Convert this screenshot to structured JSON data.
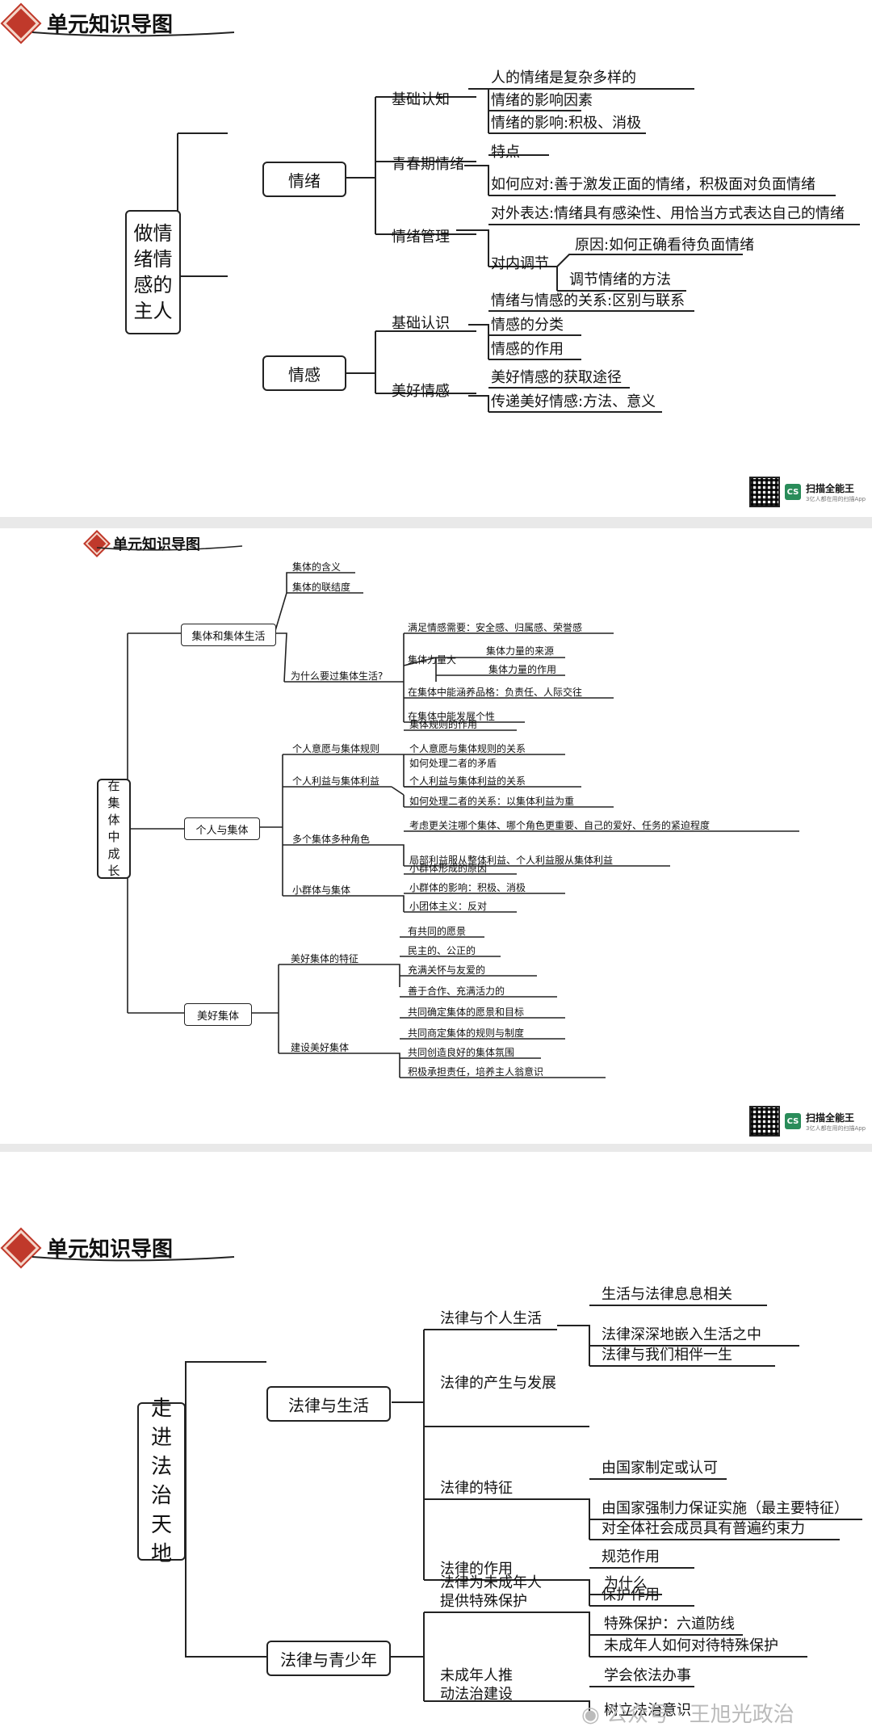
{
  "header_title": "单元知识导图",
  "scanner": {
    "brand": "扫描全能王",
    "slogan": "3亿人都在用的扫描App",
    "logo": "CS"
  },
  "map1": {
    "root": "做情绪情感的主人",
    "b1": "情绪",
    "b1_s1": "基础认知",
    "b1_s1_i1": "人的情绪是复杂多样的",
    "b1_s1_i2": "情绪的影响因素",
    "b1_s1_i3": "情绪的影响:积极、消极",
    "b1_s2": "青春期情绪",
    "b1_s2_i1": "特点",
    "b1_s2_i2": "如何应对:善于激发正面的情绪，积极面对负面情绪",
    "b1_s3": "情绪管理",
    "b1_s3_i1": "对外表达:情绪具有感染性、用恰当方式表达自己的情绪",
    "b1_s3_i2": "对内调节",
    "b1_s3_i2_a": "原因:如何正确看待负面情绪",
    "b1_s3_i2_b": "调节情绪的方法",
    "b2": "情感",
    "b2_s1": "基础认识",
    "b2_s1_i1": "情绪与情感的关系:区别与联系",
    "b2_s1_i2": "情感的分类",
    "b2_s1_i3": "情感的作用",
    "b2_s2": "美好情感",
    "b2_s2_i1": "美好情感的获取途径",
    "b2_s2_i2": "传递美好情感:方法、意义"
  },
  "map2": {
    "root": "在集体中成长",
    "b1": "集体和集体生活",
    "b1_i1": "集体的含义",
    "b1_i2": "集体的联结度",
    "b1_s1": "为什么要过集体生活?",
    "b1_s1_i1": "满足情感需要：安全感、归属感、荣誉感",
    "b1_s1_i2": "集体力量大",
    "b1_s1_i2_a": "集体力量的来源",
    "b1_s1_i2_b": "集体力量的作用",
    "b1_s1_i3": "在集体中能涵养品格：负责任、人际交往",
    "b1_s1_i4": "在集体中能发展个性",
    "b2": "个人与集体",
    "b2_s1": "个人意愿与集体规则",
    "b2_s1_i1": "集体规则的作用",
    "b2_s1_i2": "个人意愿与集体规则的关系",
    "b2_s1_i3": "如何处理二者的矛盾",
    "b2_s2": "个人利益与集体利益",
    "b2_s2_i1": "个人利益与集体利益的关系",
    "b2_s2_i2": "如何处理二者的关系：以集体利益为重",
    "b2_s3": "多个集体多种角色",
    "b2_s3_i1": "考虑更关注哪个集体、哪个角色更重要、自己的爱好、任务的紧迫程度",
    "b2_s3_i2": "局部利益服从整体利益、个人利益服从集体利益",
    "b2_s4": "小群体与集体",
    "b2_s4_i1": "小群体形成的原因",
    "b2_s4_i2": "小群体的影响：积极、消极",
    "b2_s4_i3": "小团体主义：反对",
    "b3": "美好集体",
    "b3_s1": "美好集体的特征",
    "b3_s1_i1": "有共同的愿景",
    "b3_s1_i2": "民主的、公正的",
    "b3_s1_i3": "充满关怀与友爱的",
    "b3_s1_i4": "善于合作、充满活力的",
    "b3_s2": "建设美好集体",
    "b3_s2_i1": "共同确定集体的愿景和目标",
    "b3_s2_i2": "共同商定集体的规则与制度",
    "b3_s2_i3": "共同创造良好的集体氛围",
    "b3_s2_i4": "积极承担责任，培养主人翁意识"
  },
  "map3": {
    "root": "走进法治天地",
    "b1": "法律与生活",
    "b1_s1": "法律与个人生活",
    "b1_s1_i1": "生活与法律息息相关",
    "b1_s1_i2": "法律深深地嵌入生活之中",
    "b1_s1_i3": "法律与我们相伴一生",
    "b1_s2": "法律的产生与发展",
    "b1_s3": "法律的特征",
    "b1_s3_i1": "由国家制定或认可",
    "b1_s3_i2": "由国家强制力保证实施（最主要特征）",
    "b1_s3_i3": "对全体社会成员具有普遍约束力",
    "b1_s4": "法律的作用",
    "b1_s4_i1": "规范作用",
    "b1_s4_i2": "保护作用",
    "b2": "法律与青少年",
    "b2_s1a": "法律为未成年人",
    "b2_s1b": "提供特殊保护",
    "b2_s1_i1": "为什么",
    "b2_s1_i2": "特殊保护：六道防线",
    "b2_s1_i3": "未成年人如何对待特殊保护",
    "b2_s2a": "未成年人推",
    "b2_s2b": "动法治建设",
    "b2_s2_i1": "学会依法办事",
    "b2_s2_i2": "树立法治意识"
  },
  "watermark": "公众号 · 王旭光政治"
}
